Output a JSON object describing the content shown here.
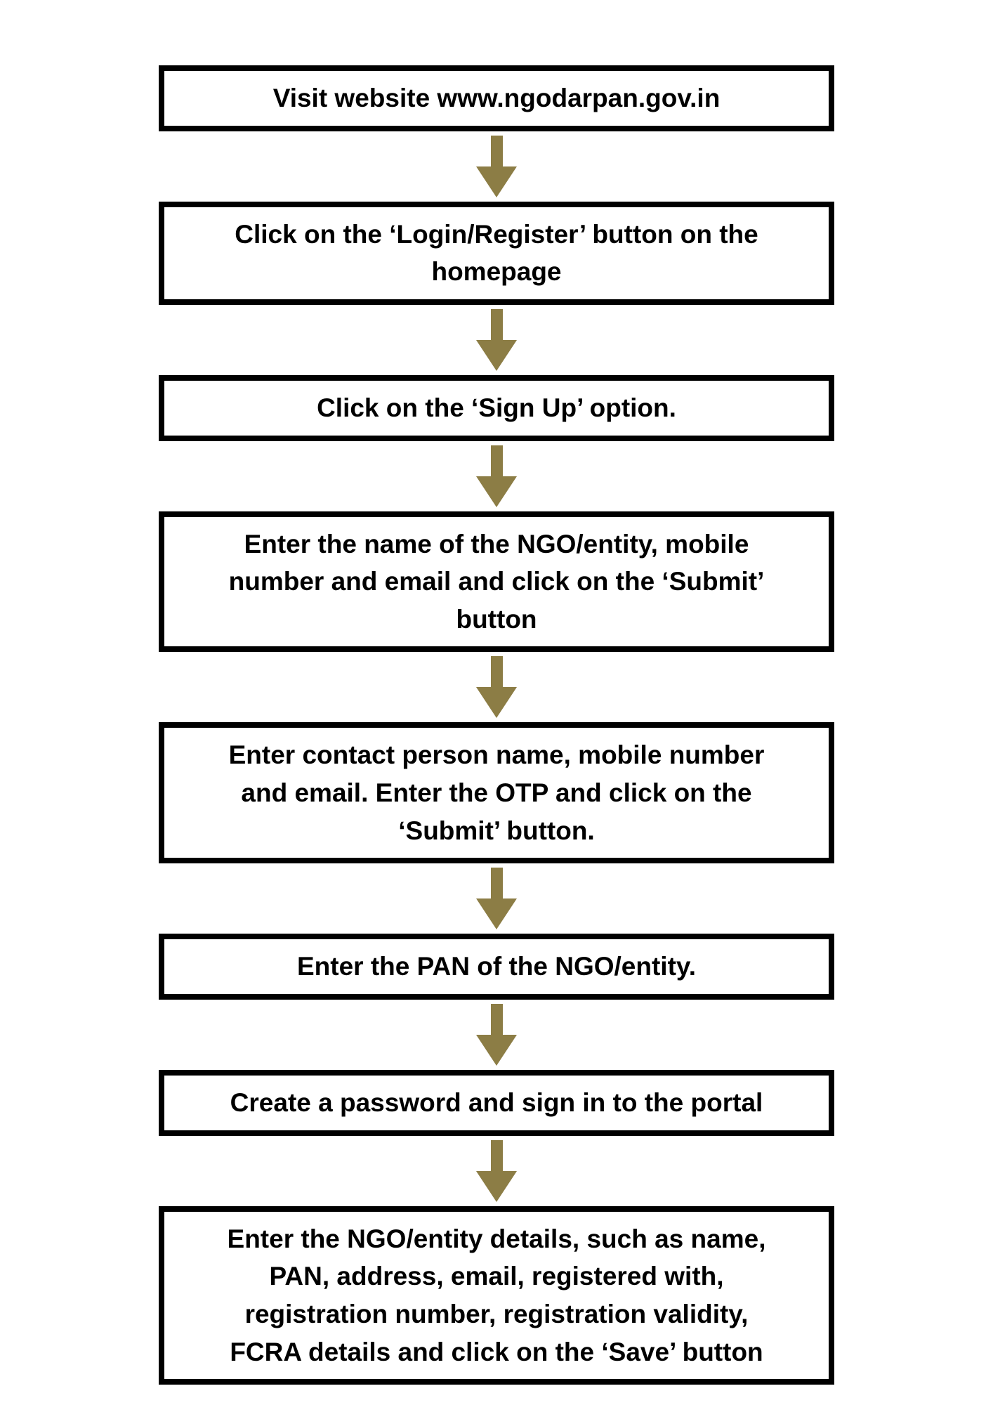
{
  "page": {
    "background": "#ffffff",
    "box_border_color": "#000000",
    "box_fill_color": "#ffffff",
    "text_color": "#000000",
    "arrow_color": "#8C7D45"
  },
  "flowchart": {
    "steps": [
      {
        "label": "Visit website www.ngodarpan.gov.in"
      },
      {
        "label": "Click on the ‘Login/Register’ button on the\nhomepage"
      },
      {
        "label": "Click on the ‘Sign Up’ option."
      },
      {
        "label": "Enter the name of the NGO/entity, mobile\nnumber and email and click on the ‘Submit’\nbutton"
      },
      {
        "label": "Enter contact person name, mobile number\nand email. Enter the OTP and click on the\n‘Submit’ button."
      },
      {
        "label": "Enter the PAN of the NGO/entity."
      },
      {
        "label": "Create a password and sign in to the portal"
      },
      {
        "label": "Enter the NGO/entity details, such as name,\nPAN, address, email, registered with,\nregistration number, registration validity,\nFCRA details and click on the ‘Save’ button"
      }
    ]
  }
}
